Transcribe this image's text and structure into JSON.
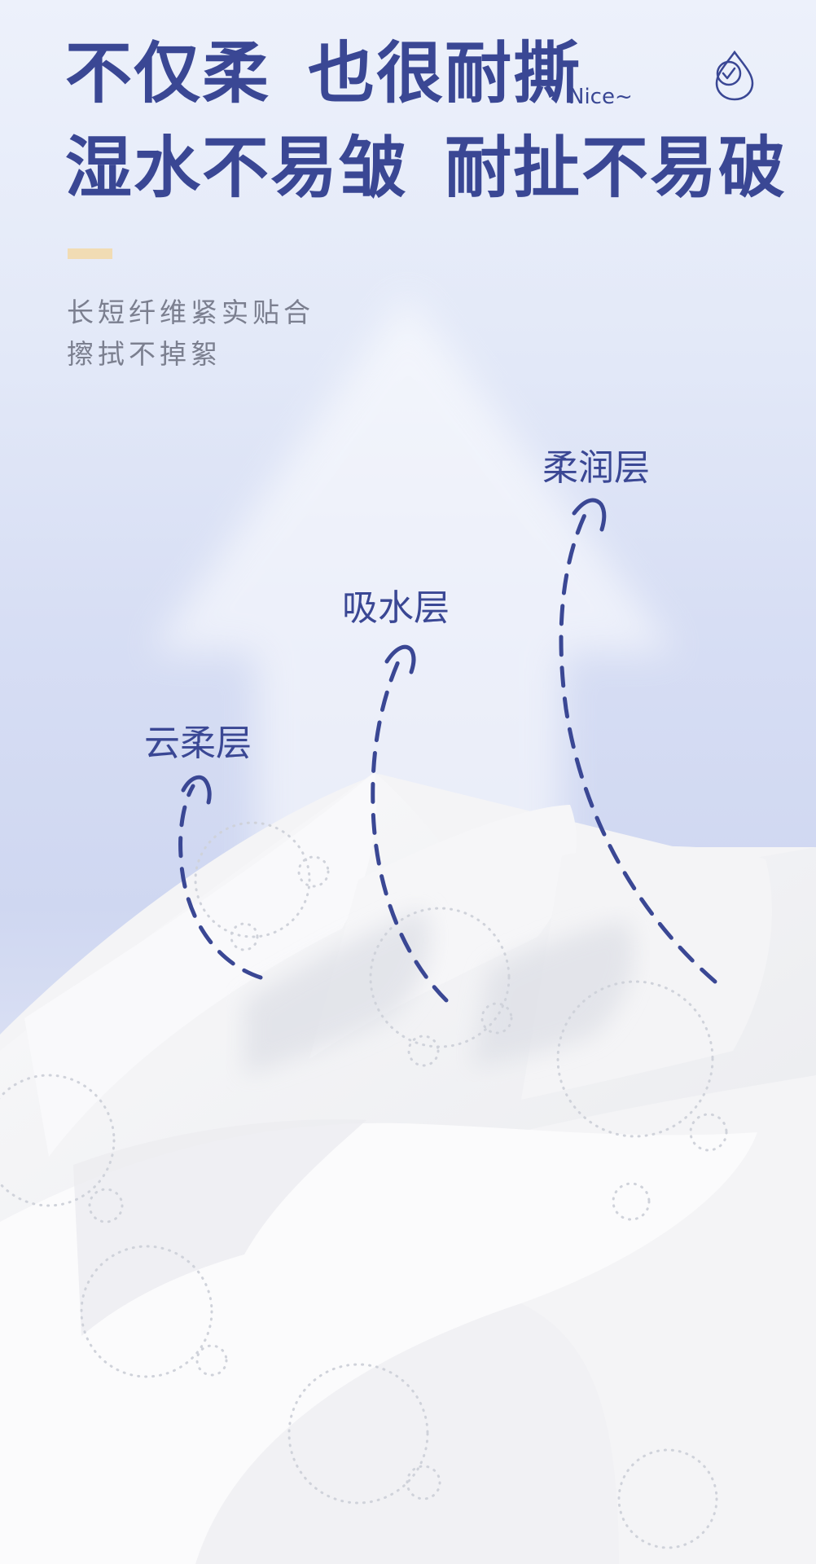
{
  "headline": {
    "line1_part1": "不仅柔",
    "line1_part2": "也很耐撕",
    "nice": "Nice~",
    "line2_part1": "湿水不易皱",
    "line2_part2": "耐扯不易破"
  },
  "subtext": {
    "line1": "长短纤维紧实贴合",
    "line2": "擦拭不掉絮"
  },
  "layers": {
    "top": "柔润层",
    "middle": "吸水层",
    "bottom": "云柔层"
  },
  "colors": {
    "accent_navy": "#3a4794",
    "accent_gold": "#f1dcb4",
    "subtext_gray": "#7b7f8f"
  },
  "icons": {
    "badge": "water-drop-check-icon"
  }
}
